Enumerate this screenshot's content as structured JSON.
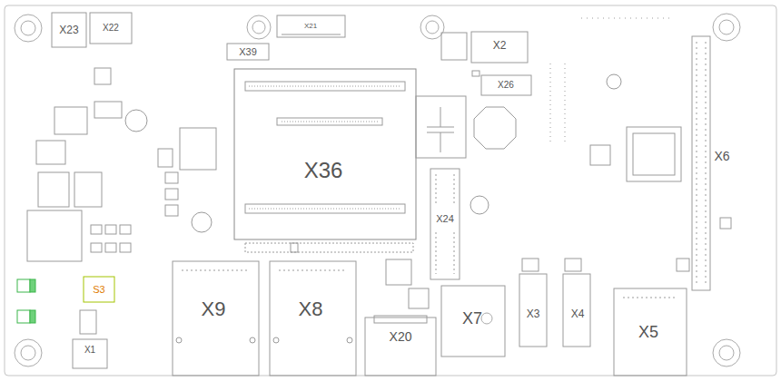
{
  "diagram": {
    "labels": [
      "X23",
      "X22",
      "X21",
      "X39",
      "X2",
      "X26",
      "X36",
      "X24",
      "X6",
      "X9",
      "X8",
      "X20",
      "X7",
      "X3",
      "X4",
      "X5",
      "S3",
      "X1"
    ]
  }
}
